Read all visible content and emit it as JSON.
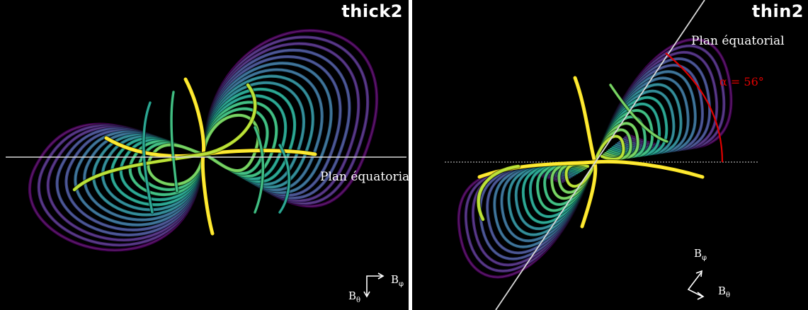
{
  "panels": [
    {
      "title": "thick2",
      "equatorial_label": "Plan équatorial",
      "axis_labels": {
        "b_phi": "B",
        "b_phi_sub": "φ",
        "b_theta": "B",
        "b_theta_sub": "θ"
      }
    },
    {
      "title": "thin2",
      "equatorial_label": "Plan équatorial",
      "alpha_label": "α = 56°",
      "axis_labels": {
        "b_phi": "B",
        "b_phi_sub": "φ",
        "b_theta": "B",
        "b_theta_sub": "θ"
      }
    }
  ],
  "colors": {
    "background": "#000000",
    "separator": "#ffffff",
    "annotation_red": "#e10000",
    "viridis": [
      "#440154",
      "#482878",
      "#3e4989",
      "#31688e",
      "#26828e",
      "#1f9e89",
      "#35b779",
      "#6ece58",
      "#b5de2b",
      "#fde725"
    ]
  },
  "tilt_angle_deg": 56
}
